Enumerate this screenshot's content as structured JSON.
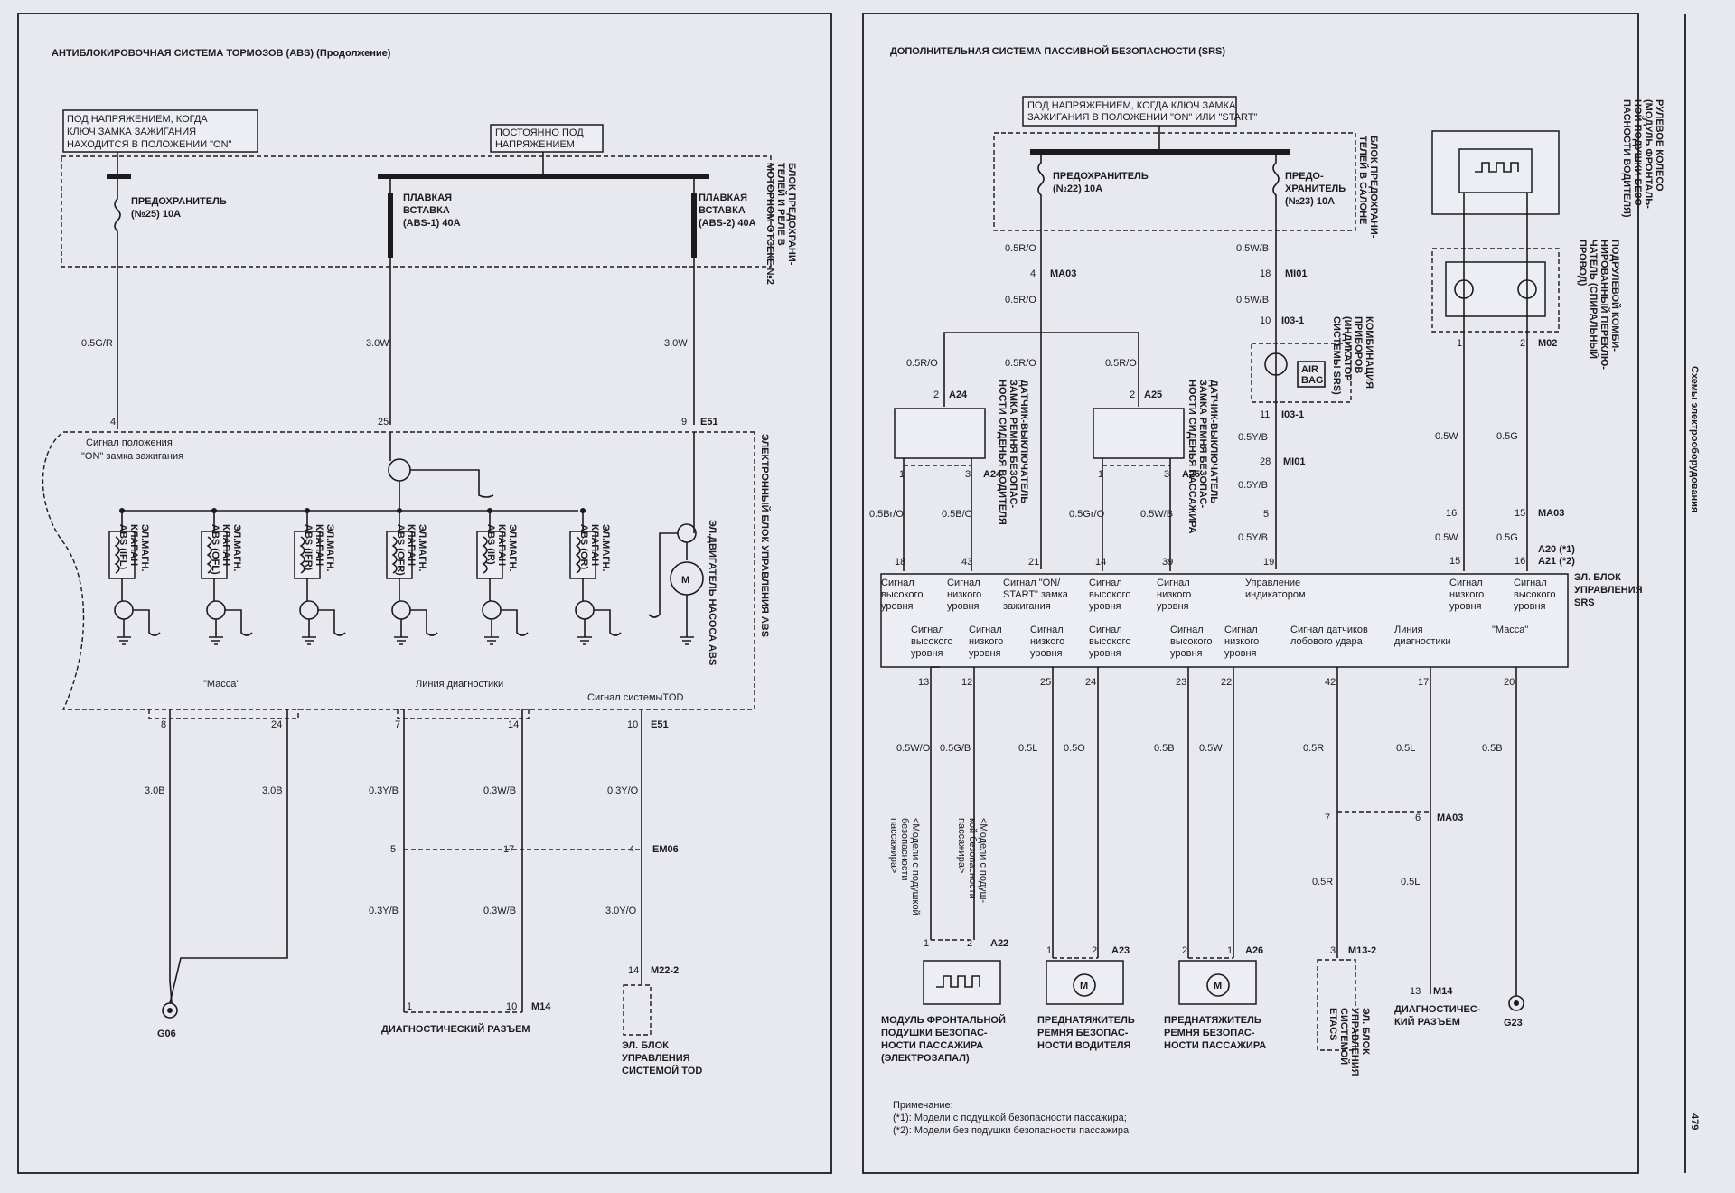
{
  "left": {
    "title": "АНТИБЛОКИРОВОЧНАЯ СИСТЕМА ТОРМОЗОВ (ABS) (Продолжение)",
    "ign_note": [
      "ПОД НАПРЯЖЕНИЕМ, КОГДА",
      "КЛЮЧ ЗАМКА ЗАЖИГАНИЯ",
      "НАХОДИТСЯ В ПОЛОЖЕНИИ \"ON\""
    ],
    "const_note": [
      "ПОСТОЯННО ПОД",
      "НАПРЯЖЕНИЕМ"
    ],
    "fuse25": [
      "ПРЕДОХРАНИТЕЛЬ",
      "(№25) 10A"
    ],
    "abs1": [
      "ПЛАВКАЯ",
      "ВСТАВКА",
      "(ABS-1) 40A"
    ],
    "abs2": [
      "ПЛАВКАЯ",
      "ВСТАВКА",
      "(ABS-2) 40A"
    ],
    "fuse_block": [
      "БЛОК ПРЕДОХРАНИ-",
      "ТЕЛЕЙ И РЕЛЕ В",
      "МОТОРНОМ ОТСЕКЕ №2"
    ],
    "ecu_label": "ЭЛЕКТРОННЫЙ БЛОК УПРАВЛЕНИЯ ABS",
    "ign_signal": [
      "Сигнал положения",
      "\"ON\" замка зажигания"
    ],
    "wires": {
      "w1": "0.5G/R",
      "w2": "3.0W",
      "w3": "3.0W"
    },
    "pins_top": {
      "p1": "4",
      "p2": "25",
      "p3": "9",
      "e51": "E51"
    },
    "valves": [
      [
        "ЭЛ.МАГН.",
        "КЛАПАН",
        "ABS (IFL)"
      ],
      [
        "ЭЛ.МАГН.",
        "КЛАПАН",
        "ABS (OFL)"
      ],
      [
        "ЭЛ.МАГН.",
        "КЛАПАН",
        "ABS (IFR)"
      ],
      [
        "ЭЛ.МАГН.",
        "КЛАПАН",
        "ABS (OFR)"
      ],
      [
        "ЭЛ.МАГН.",
        "КЛАПАН",
        "ABS (IR)"
      ],
      [
        "ЭЛ.МАГН.",
        "КЛАПАН",
        "ABS (OR)"
      ]
    ],
    "pump": "ЭЛ.ДВИГАТЕЛЬ НАСОСА ABS",
    "mass": "\"Масса\"",
    "diag_line": "Линия диагностики",
    "tod_signal": "Сигнал системыTOD",
    "pins_bottom": [
      "8",
      "24",
      "7",
      "14",
      "10"
    ],
    "e51b": "E51",
    "wires_b1": [
      "3.0B",
      "3.0B",
      "0.3Y/B",
      "0.3W/B",
      "0.3Y/O"
    ],
    "mid_pins": [
      "5",
      "17",
      "4"
    ],
    "em06": "EM06",
    "wires_b2": [
      "0.3Y/B",
      "0.3W/B",
      "3.0Y/O"
    ],
    "g06": "G06",
    "diag_pins": [
      "1",
      "10"
    ],
    "m14": "M14",
    "diag_conn": "ДИАГНОСТИЧЕСКИЙ РАЗЪЕМ",
    "m22": [
      "14",
      "M22-2"
    ],
    "tod_unit": [
      "ЭЛ. БЛОК",
      "УПРАВЛЕНИЯ",
      "СИСТЕМОЙ TOD"
    ]
  },
  "right": {
    "title": "ДОПОЛНИТЕЛЬНАЯ СИСТЕМА ПАССИВНОЙ БЕЗОПАСНОСТИ (SRS)",
    "ign_note": [
      "ПОД НАПРЯЖЕНИЕМ, КОГДА КЛЮЧ ЗАМКА",
      "ЗАЖИГАНИЯ В ПОЛОЖЕНИИ \"ON\" ИЛИ \"START\""
    ],
    "fuse22": [
      "ПРЕДОХРАНИТЕЛЬ",
      "(№22) 10A"
    ],
    "fuse23": [
      "ПРЕДО-",
      "ХРАНИТЕЛЬ",
      "(№23) 10A"
    ],
    "fuse_block": [
      "БЛОК ПРЕДОХРАНИ-",
      "ТЕЛЕЙ В САЛОНЕ"
    ],
    "w_left": [
      "0.5R/O",
      "4",
      "MA03",
      "0.5R/O"
    ],
    "w_right": [
      "0.5W/B",
      "18",
      "MI01",
      "0.5W/B"
    ],
    "cluster_pins": [
      "10",
      "I03-1"
    ],
    "airbag": [
      "AIR",
      "BAG"
    ],
    "cluster": [
      "КОМБИНАЦИЯ",
      "ПРИБОРОВ",
      "(ИНДИКАТОР",
      "СИСТЕМЫ SRS)"
    ],
    "cl_wires": [
      "11",
      "I03-1",
      "0.5Y/B",
      "28",
      "MI01",
      "0.5Y/B",
      "5",
      "0.5Y/B",
      "19"
    ],
    "a24_wires": [
      "0.5R/O",
      "0.5R/O",
      "2",
      "A24"
    ],
    "a25_wires": [
      "0.5R/O",
      "2",
      "A25"
    ],
    "sw_drv": [
      "ДАТЧИК-ВЫКЛЮЧАТЕЛЬ",
      "ЗАМКА РЕМНЯ БЕЗОПАС-",
      "НОСТИ СИДЕНЬЯ ВОДИТЕЛЯ"
    ],
    "sw_pas": [
      "ДАТЧИК-ВЫКЛЮЧАТЕЛЬ",
      "ЗАМКА РЕМНЯ БЕЗОПАС-",
      "НОСТИ СИДЕНЬЯ ПАССАЖИРА"
    ],
    "a24_bot": [
      "1",
      "3",
      "A24",
      "0.5Br/O",
      "0.5B/O",
      "18",
      "43",
      "21"
    ],
    "a25_bot": [
      "1",
      "3",
      "A25",
      "0.5Gr/O",
      "0.5W/B",
      "14",
      "39"
    ],
    "steer": [
      "РУЛЕВОЕ КОЛЕСО",
      "(МОДУЛЬ ФРОНТАЛЬ-",
      "НОЙ ПОДУШКИ БЕЗО-",
      "ПАСНОСТИ ВОДИТЕЛЯ)"
    ],
    "clockspring": [
      "ПОДРУЛЕВОЙ КОМБИ-",
      "НИРОВАННЫЙ ПЕРЕКЛЮ-",
      "ЧАТЕЛЬ (СПИРАЛЬНЫЙ",
      "ПРОВОД)"
    ],
    "sw_pins": [
      "1",
      "2",
      "M02",
      "0.5W",
      "0.5G",
      "16",
      "15",
      "MA03",
      "0.5W",
      "0.5G",
      "15",
      "16"
    ],
    "a20a21": [
      "A20 (*1)",
      "A21 (*2)"
    ],
    "srs_unit": [
      "ЭЛ. БЛОК",
      "УПРАВЛЕНИЯ",
      "SRS"
    ],
    "sig_top": [
      [
        "Сигнал",
        "высокого",
        "уровня"
      ],
      [
        "Сигнал",
        "низкого",
        "уровня"
      ],
      [
        "Сигнал \"ON/",
        "START\" замка",
        "зажигания"
      ],
      [
        "Сигнал",
        "высокого",
        "уровня"
      ],
      [
        "Сигнал",
        "низкого",
        "уровня"
      ],
      [
        "Управление",
        "индикатором"
      ],
      [
        "Сигнал",
        "низкого",
        "уровня"
      ],
      [
        "Сигнал",
        "высокого",
        "уровня"
      ]
    ],
    "sig_bot": [
      [
        "Сигнал",
        "высокого",
        "уровня"
      ],
      [
        "Сигнал",
        "низкого",
        "уровня"
      ],
      [
        "Сигнал",
        "низкого",
        "уровня"
      ],
      [
        "Сигнал",
        "высокого",
        "уровня"
      ],
      [
        "Сигнал",
        "высокого",
        "уровня"
      ],
      [
        "Сигнал",
        "низкого",
        "уровня"
      ],
      [
        "Сигнал датчиков",
        "лобового удара"
      ],
      [
        "Линия",
        "диагностики"
      ],
      [
        "\"Масса\""
      ]
    ],
    "pins_bot": [
      "13",
      "12",
      "25",
      "24",
      "23",
      "22",
      "42",
      "17",
      "20"
    ],
    "wires_bot": [
      "0.5W/O",
      "0.5G/B",
      "0.5L",
      "0.5O",
      "0.5B",
      "0.5W",
      "0.5R",
      "0.5L",
      "0.5B"
    ],
    "pins_7_6": [
      "7",
      "6",
      "MA03"
    ],
    "wires_mid": [
      "0.5R",
      "0.5L"
    ],
    "models": [
      [
        "<Модели с подушкой",
        "безопасности",
        "пассажира>"
      ],
      [
        "<Модели с подуш-",
        "кой безопасности",
        "пассажира>"
      ]
    ],
    "a22": [
      "1",
      "2",
      "A22"
    ],
    "a23": [
      "1",
      "2",
      "A23"
    ],
    "a26": [
      "2",
      "1",
      "A26"
    ],
    "m13": [
      "3",
      "M13-2"
    ],
    "m14": [
      "13",
      "M14"
    ],
    "g23": "G23",
    "lbl_module": [
      "МОДУЛЬ ФРОНТАЛЬНОЙ",
      "ПОДУШКИ БЕЗОПАС-",
      "НОСТИ ПАССАЖИРА",
      "(ЭЛЕКТРОЗАПАЛ)"
    ],
    "lbl_pre_drv": [
      "ПРЕДНАТЯЖИТЕЛЬ",
      "РЕМНЯ БЕЗОПАС-",
      "НОСТИ ВОДИТЕЛЯ"
    ],
    "lbl_pre_pas": [
      "ПРЕДНАТЯЖИТЕЛЬ",
      "РЕМНЯ БЕЗОПАС-",
      "НОСТИ ПАССАЖИРА"
    ],
    "etacs": [
      "ЭЛ. БЛОК",
      "УПРАВЛЕНИЯ",
      "СИСТЕМОЙ",
      "ETACS"
    ],
    "diag": [
      "ДИАГНОСТИЧЕС-",
      "КИЙ РАЗЪЕМ"
    ],
    "notes": [
      "Примечание:",
      "(*1): Модели с подушкой безопасности пассажира;",
      "(*2): Модели без подушки безопасности пассажира."
    ]
  },
  "side": {
    "section": "Схемы электрооборудования",
    "page": "479"
  }
}
